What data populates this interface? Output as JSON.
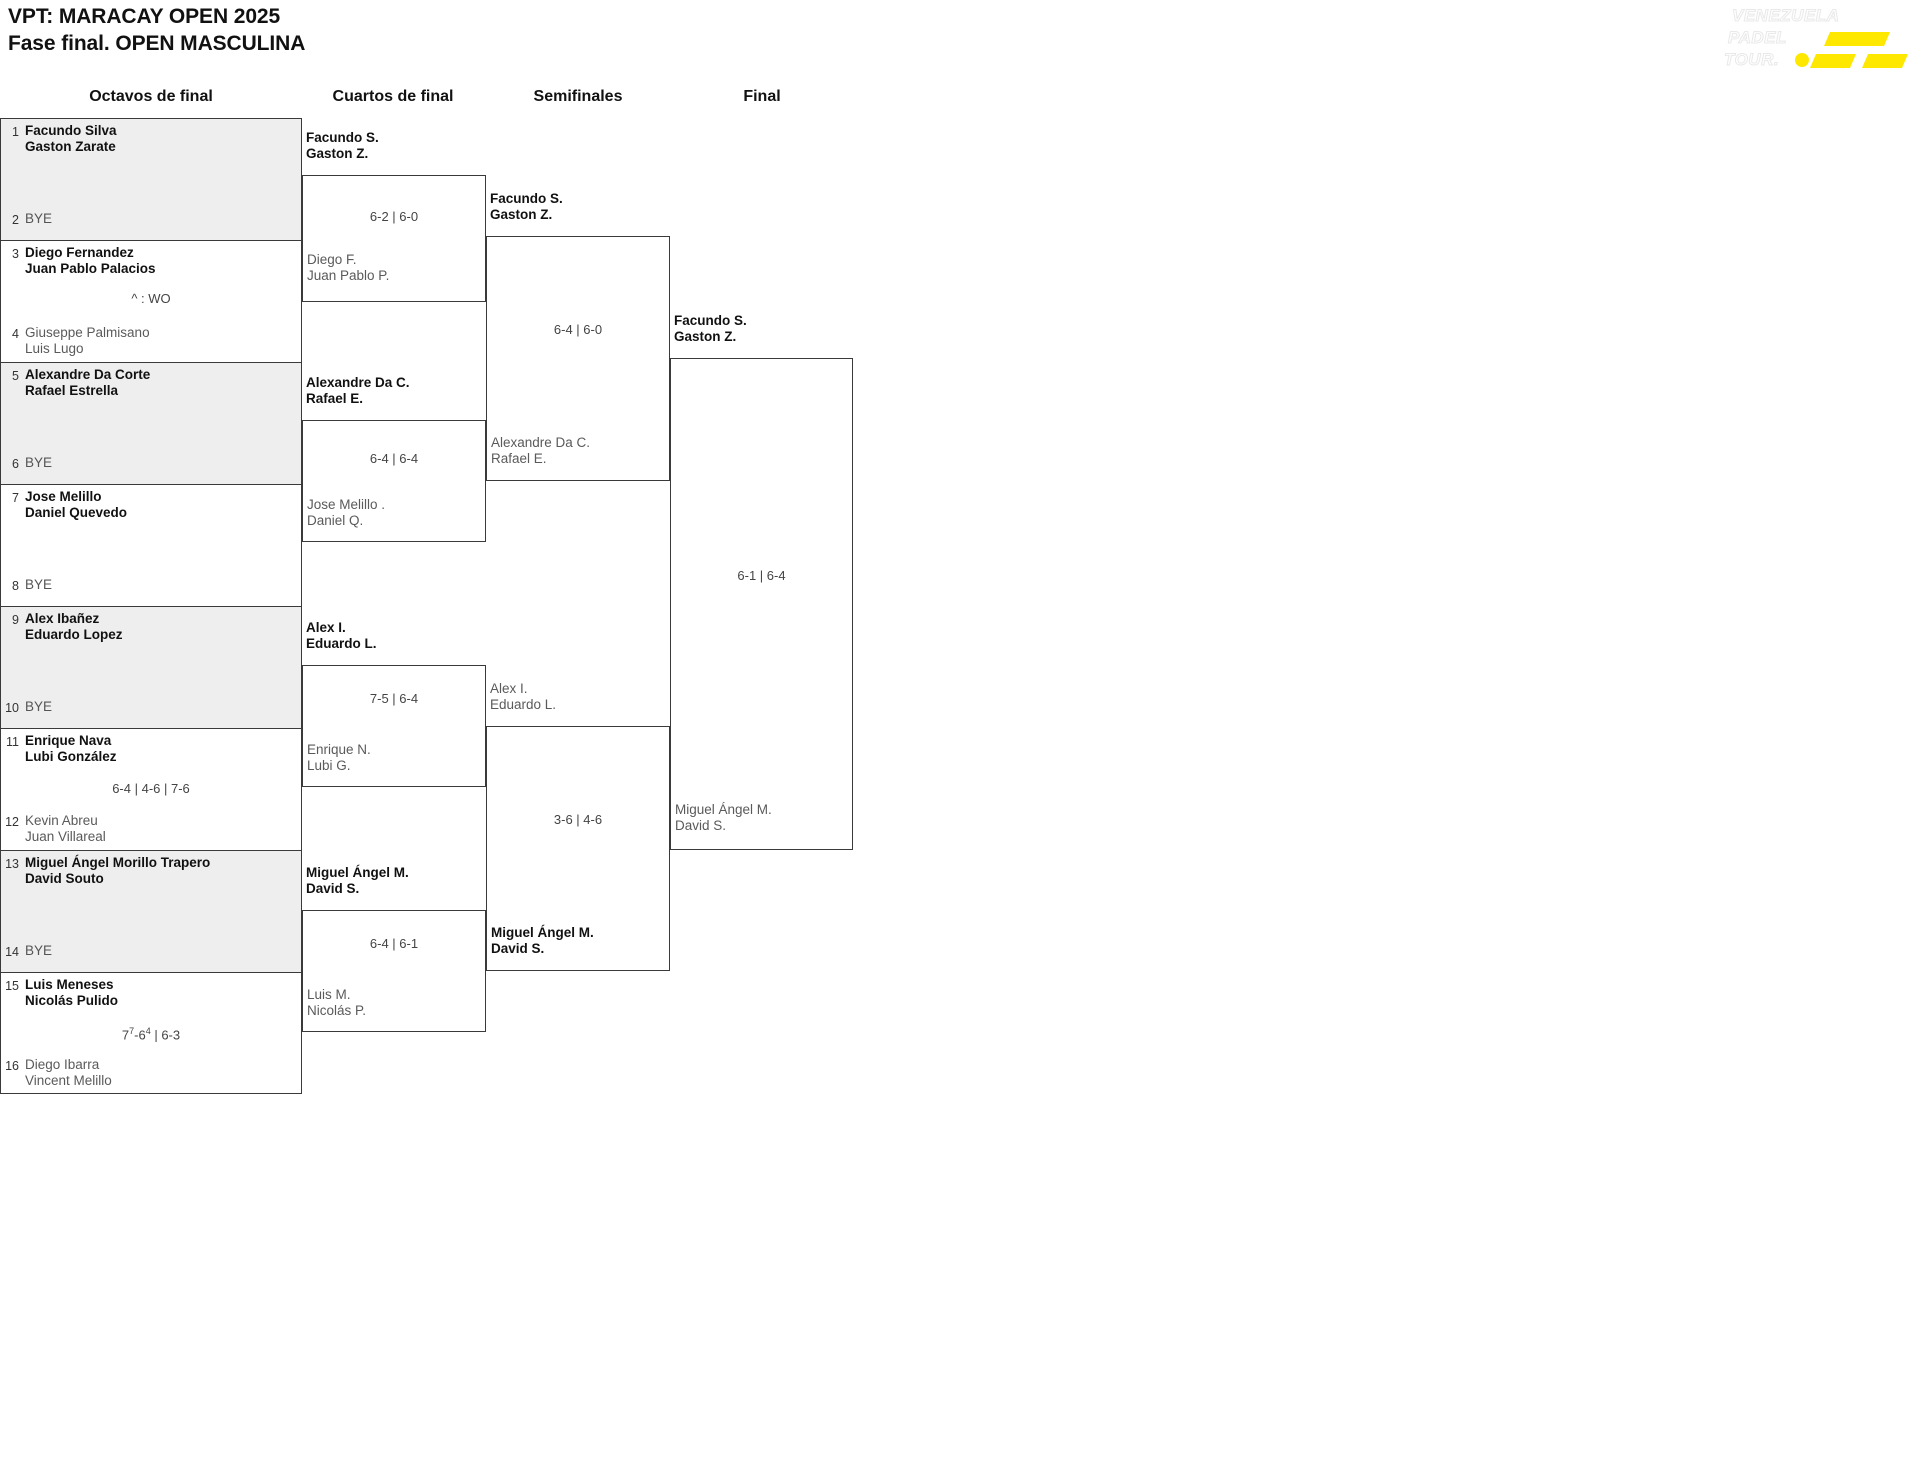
{
  "header": {
    "line1": "VPT: MARACAY OPEN 2025",
    "line2": "Fase final. OPEN MASCULINA"
  },
  "logo": {
    "line1": "VENEZUELA",
    "line2": "PADEL",
    "line3": "TOUR.",
    "accent_color": "#FFE800"
  },
  "rounds": [
    {
      "label": "Octavos de final"
    },
    {
      "label": "Cuartos de final"
    },
    {
      "label": "Semifinales"
    },
    {
      "label": "Final"
    }
  ],
  "round1": {
    "slots": [
      {
        "seed": "1",
        "p1": "Facundo Silva",
        "p2": "Gaston Zarate",
        "status": "win"
      },
      {
        "seed": "2",
        "p1": "BYE",
        "p2": "",
        "status": "bye"
      },
      {
        "seed": "3",
        "p1": "Diego Fernandez",
        "p2": "Juan Pablo Palacios",
        "status": "win"
      },
      {
        "seed": "4",
        "p1": "Giuseppe Palmisano",
        "p2": "Luis Lugo",
        "status": "los"
      },
      {
        "seed": "5",
        "p1": "Alexandre Da Corte",
        "p2": "Rafael Estrella",
        "status": "win"
      },
      {
        "seed": "6",
        "p1": "BYE",
        "p2": "",
        "status": "bye"
      },
      {
        "seed": "7",
        "p1": "Jose Melillo",
        "p2": "Daniel Quevedo",
        "status": "win"
      },
      {
        "seed": "8",
        "p1": "BYE",
        "p2": "",
        "status": "bye"
      },
      {
        "seed": "9",
        "p1": "Alex Ibañez",
        "p2": "Eduardo Lopez",
        "status": "win"
      },
      {
        "seed": "10",
        "p1": "BYE",
        "p2": "",
        "status": "bye"
      },
      {
        "seed": "11",
        "p1": "Enrique Nava",
        "p2": "Lubi González",
        "status": "win"
      },
      {
        "seed": "12",
        "p1": "Kevin Abreu",
        "p2": "Juan Villareal",
        "status": "los"
      },
      {
        "seed": "13",
        "p1": "Miguel Ángel Morillo Trapero",
        "p2": "David Souto",
        "status": "win"
      },
      {
        "seed": "14",
        "p1": "BYE",
        "p2": "",
        "status": "bye"
      },
      {
        "seed": "15",
        "p1": "Luis Meneses",
        "p2": "Nicolás Pulido",
        "status": "win"
      },
      {
        "seed": "16",
        "p1": "Diego Ibarra",
        "p2": "Vincent Melillo",
        "status": "los"
      }
    ],
    "scores": [
      {
        "text": "",
        "tb": null
      },
      {
        "text": "^ : WO",
        "tb": null
      },
      {
        "text": "",
        "tb": null
      },
      {
        "text": "",
        "tb": null
      },
      {
        "text": "",
        "tb": null
      },
      {
        "text": "6-4 | 4-6 | 7-6",
        "tb": null
      },
      {
        "text": "",
        "tb": null
      },
      {
        "text": "7|7|-6|4| | 6-3",
        "tb": {
          "a": "7",
          "asup": "7",
          "b": "6",
          "bsup": "4",
          "rest": " | 6-3"
        }
      }
    ]
  },
  "round2": {
    "matches": [
      {
        "top_p1": "Facundo S.",
        "top_p2": "Gaston Z.",
        "score": "6-2 | 6-0",
        "bot_p1": "Diego F.",
        "bot_p2": "Juan Pablo P."
      },
      {
        "top_p1": "Alexandre Da C.",
        "top_p2": "Rafael E.",
        "score": "6-4 | 6-4",
        "bot_p1": "Jose Melillo .",
        "bot_p2": "Daniel Q."
      },
      {
        "top_p1": "Alex I.",
        "top_p2": "Eduardo L.",
        "score": "7-5 | 6-4",
        "bot_p1": "Enrique N.",
        "bot_p2": "Lubi G."
      },
      {
        "top_p1": "Miguel Ángel M.",
        "top_p2": "David S.",
        "score": "6-4 | 6-1",
        "bot_p1": "Luis M.",
        "bot_p2": "Nicolás P."
      }
    ]
  },
  "round3": {
    "matches": [
      {
        "top_p1": "Facundo S.",
        "top_p2": "Gaston Z.",
        "score": "6-4 | 6-0",
        "bot_p1": "Alexandre Da C.",
        "bot_p2": "Rafael E."
      },
      {
        "top_p1": "Alex I.",
        "top_p2": "Eduardo L.",
        "score": "3-6 | 4-6",
        "bot_p1": "Miguel Ángel M.",
        "bot_p2": "David S."
      }
    ]
  },
  "round4": {
    "match": {
      "top_p1": "Facundo S.",
      "top_p2": "Gaston Z.",
      "score": "6-1 | 6-4",
      "bot_p1": "Miguel Ángel M.",
      "bot_p2": "David S."
    }
  }
}
